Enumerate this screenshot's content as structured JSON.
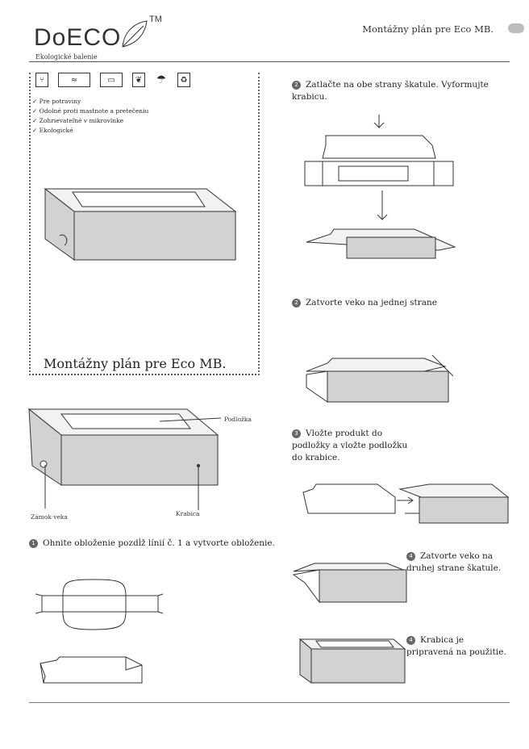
{
  "header": {
    "logo": "DoECO",
    "trademark": "TM",
    "logo_subtitle": "Ekologické balenie",
    "title": "Montážny plán pre Eco MB."
  },
  "icons": [
    "food-safe-icon",
    "oil-resistant-icon",
    "microwave-icon",
    "eco-leaf-icon",
    "keep-dry-icon",
    "recycle-bin-icon"
  ],
  "features": [
    "Pre potraviny",
    "Odolné proti mastnote a pretečeniu",
    "Zohrievateľné v mikrovlnke",
    "Ekologické"
  ],
  "box_title": "Montážny plán pre Eco MB.",
  "diagram_labels": {
    "tray": "Podložka",
    "lock": "Zámok veka",
    "box": "Krabica"
  },
  "steps": [
    {
      "num": "1",
      "text": "Ohnite obloženie pozdĺž línií č. 1 a vytvorte obloženie."
    },
    {
      "num": "2",
      "text": "Zatlačte na obe strany škatule. Vyformujte krabicu."
    },
    {
      "num": "2",
      "text": "Zatvorte veko na jednej strane"
    },
    {
      "num": "3",
      "text": "Vložte produkt do podložky a vložte podložku do krabice."
    },
    {
      "num": "4",
      "text": "Zatvorte veko na druhej strane škatule."
    },
    {
      "num": "4",
      "text": "Krabica je pripravená na použitie."
    }
  ]
}
